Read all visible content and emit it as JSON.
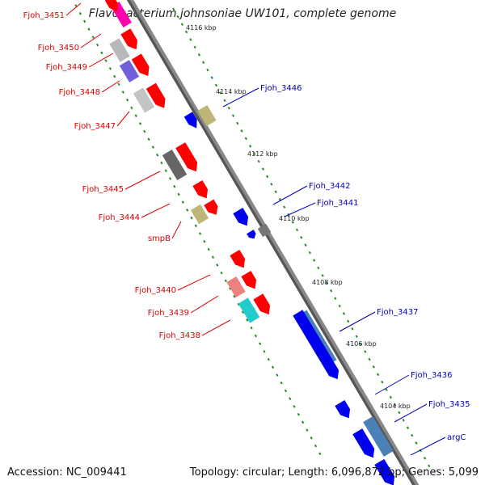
{
  "title": "Flavobacterium johnsoniae UW101, complete genome",
  "footer": {
    "accession": "Accession: NC_009441",
    "summary": "Topology: circular; Length: 6,096,872 bp; Genes: 5,099"
  },
  "kbp_ticks": [
    "4116 kbp",
    "4114 kbp",
    "4112 kbp",
    "4110 kbp",
    "4108 kbp",
    "4106 kbp",
    "4104 kbp"
  ],
  "colors": {
    "forward_label": "#dd0000",
    "reverse_label": "#0000bb",
    "backbone": "#888888",
    "tick": "#228b22"
  },
  "genes_forward": [
    {
      "label": "Fjoh_3451",
      "color": "#ff0000"
    },
    {
      "label": "Fjoh_3450",
      "color": "#ff0000"
    },
    {
      "label": "Fjoh_3449",
      "color": "#ff0000"
    },
    {
      "label": "Fjoh_3448",
      "color": "#ff0000"
    },
    {
      "label": "Fjoh_3447",
      "color": "#ff0000"
    },
    {
      "label": "Fjoh_3445",
      "color": "#ff0000"
    },
    {
      "label": "Fjoh_3444",
      "color": "#ff0000"
    },
    {
      "label": "smpB",
      "color": "#ff0000"
    },
    {
      "label": "Fjoh_3440",
      "color": "#ff0000"
    },
    {
      "label": "Fjoh_3439",
      "color": "#ff0000"
    },
    {
      "label": "Fjoh_3438",
      "color": "#ff0000"
    }
  ],
  "genes_reverse": [
    {
      "label": "Fjoh_3446",
      "color": "#0000ee"
    },
    {
      "label": "Fjoh_3442",
      "color": "#0000ee"
    },
    {
      "label": "Fjoh_3441",
      "color": "#0000ee"
    },
    {
      "label": "Fjoh_3437",
      "color": "#0000ee"
    },
    {
      "label": "Fjoh_3436",
      "color": "#0000ee"
    },
    {
      "label": "Fjoh_3435",
      "color": "#0000ee"
    },
    {
      "label": "argC",
      "color": "#0000ee"
    }
  ]
}
